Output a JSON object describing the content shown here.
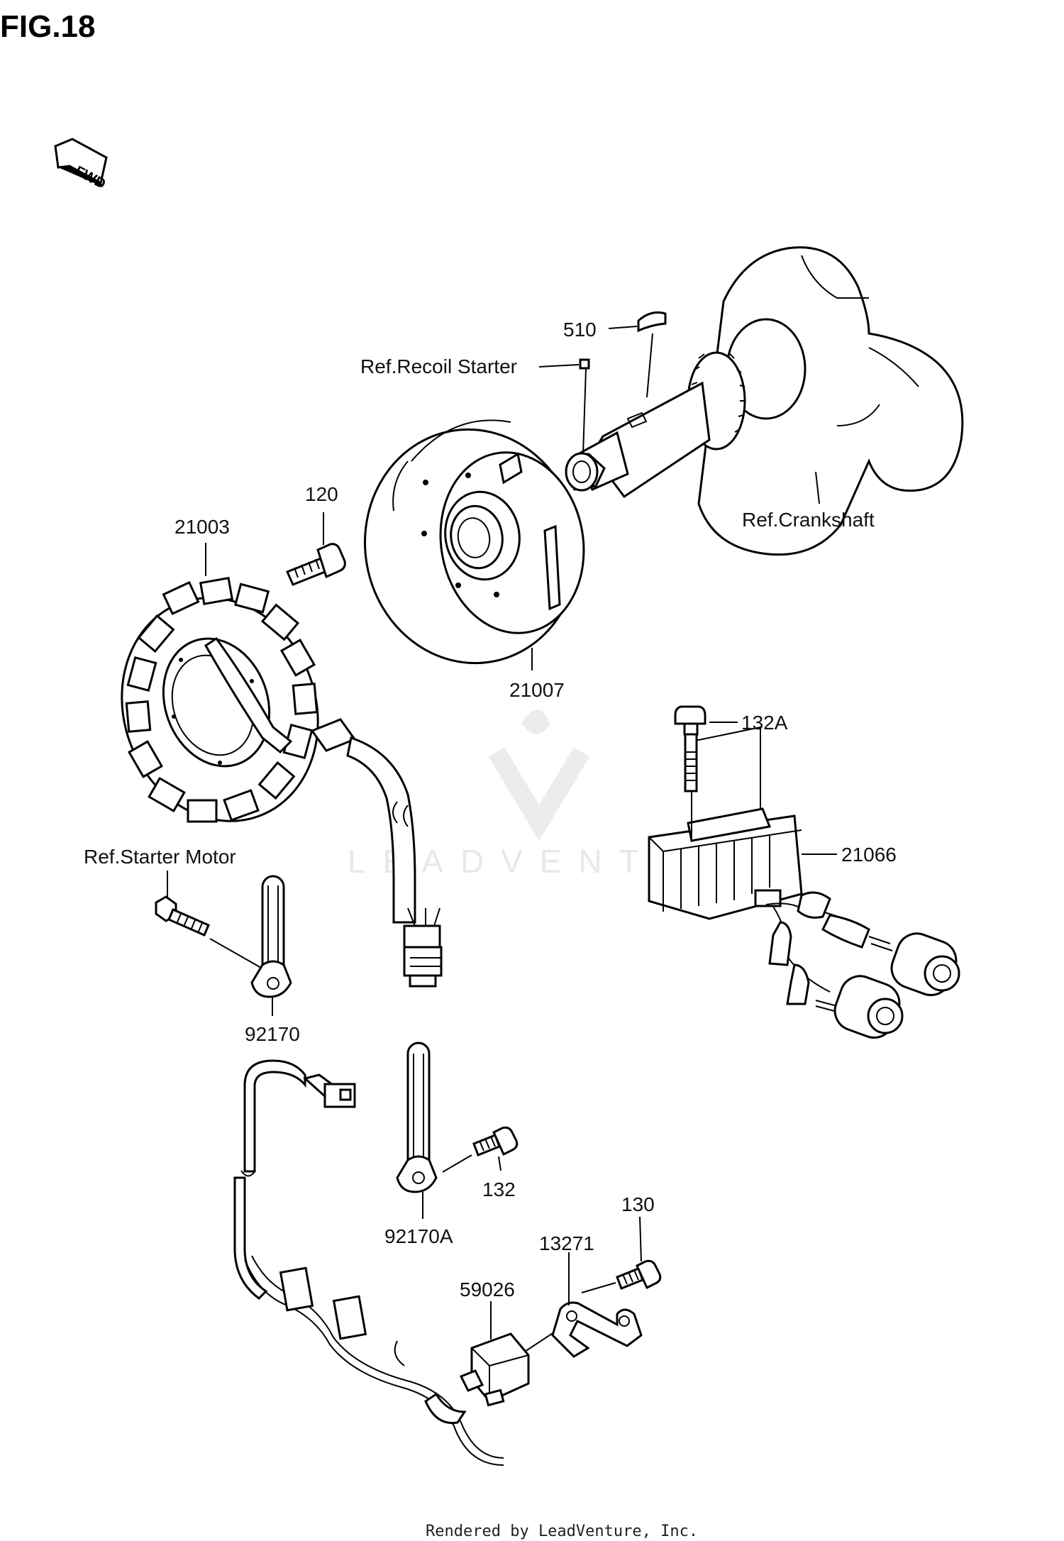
{
  "figure": {
    "title": "FIG.18",
    "fwd_label": "FWD"
  },
  "labels": {
    "p510": "510",
    "ref_recoil": "Ref.Recoil Starter",
    "ref_crank": "Ref.Crankshaft",
    "p120": "120",
    "p21003": "21003",
    "p21007": "21007",
    "p132a": "132A",
    "p21066": "21066",
    "ref_starter": "Ref.Starter Motor",
    "p92170": "92170",
    "p132": "132",
    "p92170a": "92170A",
    "p130": "130",
    "p13271": "13271",
    "p59026": "59026"
  },
  "watermark": "LEADVENTURE",
  "footer": "Rendered by LeadVenture, Inc."
}
